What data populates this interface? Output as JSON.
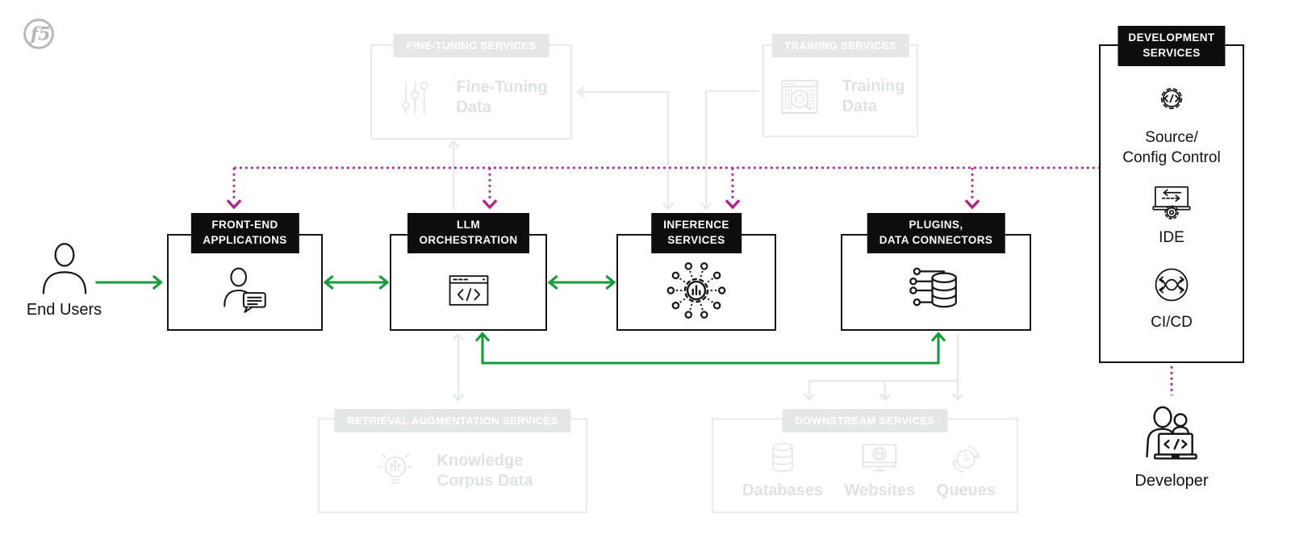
{
  "brand": {
    "logo_text": "f5"
  },
  "colors": {
    "green": "#169b3a",
    "magenta": "#b02388",
    "ink": "#141414",
    "header_bg": "#0d0d0d",
    "faded_line": "#e7eaea",
    "faded_header": "#e5e6e6",
    "faded_text": "#dfe2e2",
    "faded_icon": "#e2e5e5",
    "logo_gray": "#b5b7b7"
  },
  "actors": {
    "end_users": "End Users",
    "developer": "Developer"
  },
  "pipeline": [
    {
      "id": "front-end-applications",
      "title_line1": "FRONT-END",
      "title_line2": "APPLICATIONS",
      "icon": "user-chat-icon"
    },
    {
      "id": "llm-orchestration",
      "title_line1": "LLM",
      "title_line2": "ORCHESTRATION",
      "icon": "code-window-icon"
    },
    {
      "id": "inference-services",
      "title_line1": "INFERENCE",
      "title_line2": "SERVICES",
      "icon": "neural-gear-icon"
    },
    {
      "id": "plugins-data-connectors",
      "title_line1": "PLUGINS,",
      "title_line2": "DATA CONNECTORS",
      "icon": "database-connector-icon"
    }
  ],
  "faded_services": {
    "fine_tuning": {
      "header": "FINE-TUNING SERVICES",
      "label_line1": "Fine-Tuning",
      "label_line2": "Data",
      "icon": "sliders-icon"
    },
    "training": {
      "header": "TRAINING SERVICES",
      "label_line1": "Training",
      "label_line2": "Data",
      "icon": "data-scan-icon"
    },
    "retrieval": {
      "header": "RETRIEVAL AUGMENTATION SERVICES",
      "label_line1": "Knowledge",
      "label_line2": "Corpus Data",
      "icon": "idea-bulb-icon"
    },
    "downstream": {
      "header": "DOWNSTREAM SERVICES",
      "items": [
        {
          "label": "Databases",
          "icon": "database-icon"
        },
        {
          "label": "Websites",
          "icon": "website-icon"
        },
        {
          "label": "Queues",
          "icon": "queue-clock-icon"
        }
      ]
    }
  },
  "development_services": {
    "header_line1": "DEVELOPMENT",
    "header_line2": "SERVICES",
    "items": [
      {
        "label_line1": "Source/",
        "label_line2": "Config Control",
        "icon": "gear-code-icon"
      },
      {
        "label_line1": "IDE",
        "icon": "ide-icon"
      },
      {
        "label_line1": "CI/CD",
        "icon": "cicd-icon"
      }
    ]
  }
}
